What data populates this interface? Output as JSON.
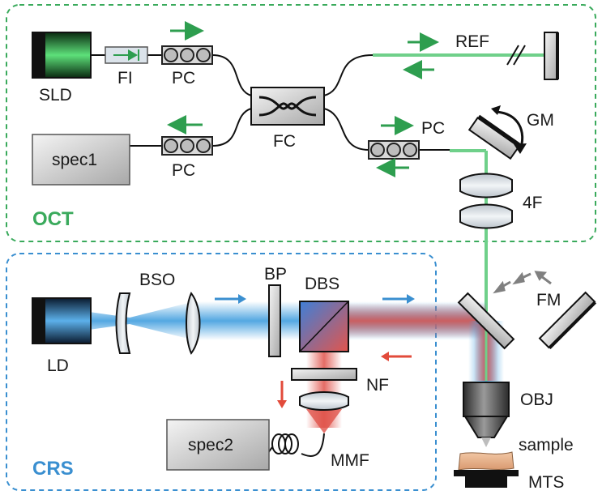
{
  "sections": {
    "oct": {
      "title": "OCT",
      "color": "#3aaa5c"
    },
    "crs": {
      "title": "CRS",
      "color": "#3a8fd0"
    }
  },
  "labels": {
    "sld": "SLD",
    "fi": "FI",
    "pc_top": "PC",
    "pc_bottom": "PC",
    "pc_sample": "PC",
    "fc": "FC",
    "spec1": "spec1",
    "ref": "REF",
    "gm": "GM",
    "fourf": "4F",
    "ld": "LD",
    "bso": "BSO",
    "bp": "BP",
    "dbs": "DBS",
    "fm": "FM",
    "nf": "NF",
    "obj": "OBJ",
    "spec2": "spec2",
    "mmf": "MMF",
    "sample": "sample",
    "mts": "MTS"
  },
  "colors": {
    "oct_beam": "#6fd08a",
    "crs_beam": "#4aa3e0",
    "raman_beam": "#e0524a",
    "arrow_green": "#2e9e4f",
    "arrow_blue": "#3a8fd0",
    "arrow_red": "#e24b3b",
    "fm_arrows": "#808080"
  }
}
